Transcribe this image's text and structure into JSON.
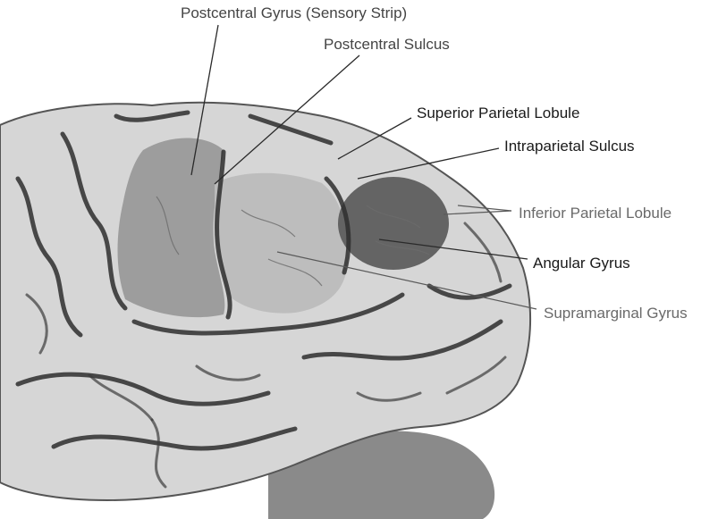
{
  "labels": {
    "postcentral_gyrus": "Postcentral Gyrus (Sensory Strip)",
    "postcentral_sulcus": "Postcentral Sulcus",
    "superior_parietal_lobule": "Superior Parietal Lobule",
    "intraparietal_sulcus": "Intraparietal Sulcus",
    "inferior_parietal_lobule": "Inferior Parietal Lobule",
    "angular_gyrus": "Angular Gyrus",
    "supramarginal_gyrus": "Supramarginal Gyrus"
  },
  "colors": {
    "background": "#ffffff",
    "cortex": "#d6d6d6",
    "sensory_strip": "#9a9a9a",
    "supramarginal": "#bcbcbc",
    "angular": "#5e5e5e",
    "cerebellum": "#8a8a8a"
  }
}
